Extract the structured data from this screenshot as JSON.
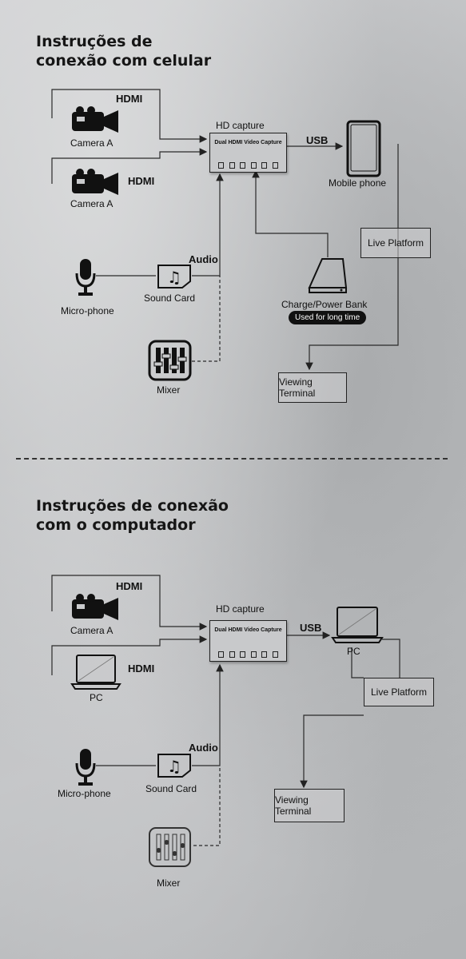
{
  "section1": {
    "title_line1": "Instruções de",
    "title_line2": "conexão com celular",
    "camera_a_1": "Camera A",
    "camera_a_2": "Camera A",
    "hdmi_1": "HDMI",
    "hdmi_2": "HDMI",
    "hd_capture": "HD capture",
    "capture_text": "Dual HDMI Video Capture",
    "usb": "USB",
    "mobile_phone": "Mobile phone",
    "live_platform": "Live  Platform",
    "audio": "Audio",
    "sound_card": "Sound Card",
    "microphone": "Micro-phone",
    "charge_power_bank": "Charge/Power Bank",
    "used_for_long_time": "Used for long time",
    "mixer": "Mixer",
    "viewing_terminal": "Viewing Terminal"
  },
  "section2": {
    "title_line1": "Instruções de conexão",
    "title_line2": "com o computador",
    "camera_a": "Camera A",
    "hdmi_1": "HDMI",
    "hdmi_2": "HDMI",
    "pc_input": "PC",
    "hd_capture": "HD capture",
    "capture_text": "Dual HDMI Video Capture",
    "usb": "USB",
    "pc_output": "PC",
    "live_platform": "Live  Platform",
    "audio": "Audio",
    "sound_card": "Sound Card",
    "microphone": "Micro-phone",
    "mixer": "Mixer",
    "viewing_terminal": "Viewing Terminal"
  },
  "icons": [
    "video-camera-icon",
    "smartphone-icon",
    "laptop-icon",
    "microphone-icon",
    "sound-card-icon",
    "mixer-icon",
    "power-bank-icon"
  ]
}
